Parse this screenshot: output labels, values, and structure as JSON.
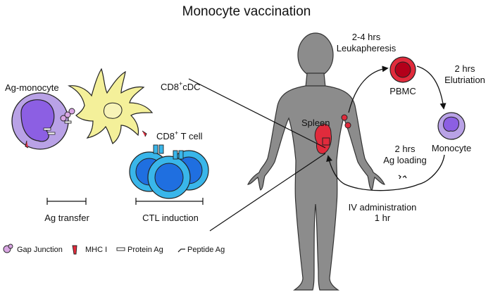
{
  "title": "Monocyte vaccination",
  "left_panel": {
    "ag_monocyte": "Ag-monocyte",
    "cdc_prefix": "CD8",
    "cdc_sup": "+",
    "cdc_suffix": "cDC",
    "tcell_prefix": "CD8",
    "tcell_sup": "+",
    "tcell_suffix": " T cell",
    "ag_transfer": "Ag transfer",
    "ctl_induction": "CTL induction"
  },
  "legend": {
    "gap_junction": "Gap Junction",
    "mhc": "MHC I",
    "protein_ag": "Protein Ag",
    "peptide_ag": "Peptide Ag"
  },
  "right_panel": {
    "leuk_time": "2-4 hrs",
    "leukapheresis": "Leukapheresis",
    "pbmc": "PBMC",
    "elut_time": "2 hrs",
    "elutriation": "Elutriation",
    "monocyte": "Monocyte",
    "spleen": "Spleen",
    "ag_time": "2 hrs",
    "ag_loading": "Ag loading",
    "iv_admin": "IV administration",
    "iv_time": "1 hr"
  },
  "colors": {
    "body": "#8c8c8c",
    "monocyte_fill": "#b9a2e6",
    "nucleus": "#8c5fe3",
    "cdc": "#f4f09a",
    "tcell": "#39b6ea",
    "tcell_nucleus": "#1f6fe0",
    "red": "#e12b3c",
    "gap": "#d9a6e3"
  }
}
